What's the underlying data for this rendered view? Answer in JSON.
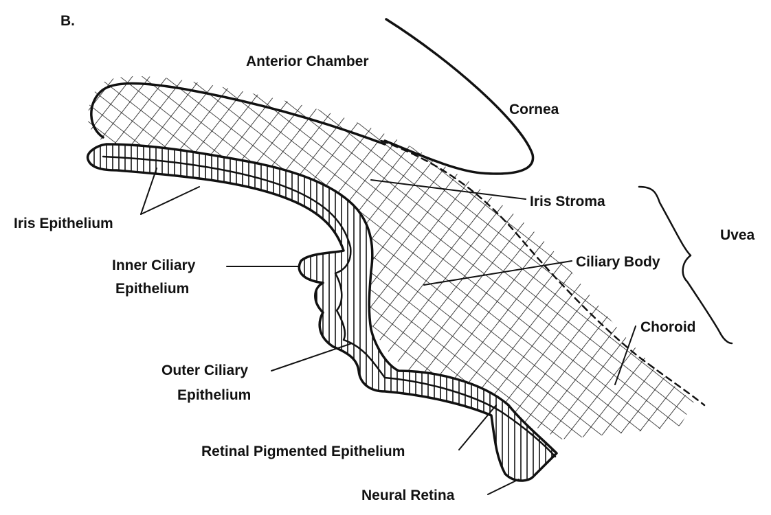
{
  "figure": {
    "panel_label": "B.",
    "labels": {
      "anterior_chamber": "Anterior Chamber",
      "cornea": "Cornea",
      "iris_stroma": "Iris Stroma",
      "uvea": "Uvea",
      "iris_epithelium": "Iris Epithelium",
      "inner_ciliary_line1": "Inner Ciliary",
      "inner_ciliary_line2": "Epithelium",
      "ciliary_body": "Ciliary Body",
      "choroid": "Choroid",
      "outer_ciliary_line1": "Outer Ciliary",
      "outer_ciliary_line2": "Epithelium",
      "retinal_pigmented_epithelium": "Retinal Pigmented Epithelium",
      "neural_retina": "Neural Retina"
    },
    "colors": {
      "ink": "#111111",
      "background": "#ffffff"
    }
  }
}
